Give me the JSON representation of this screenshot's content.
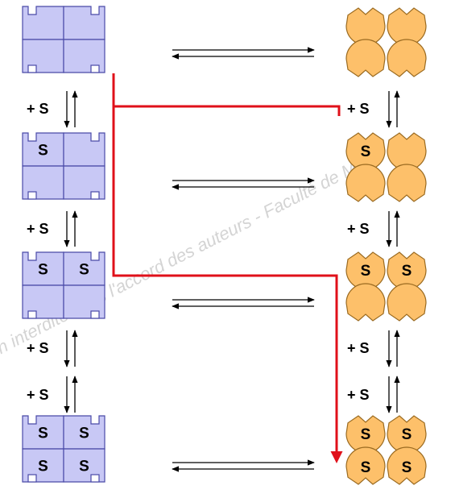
{
  "watermark": "on interdite sans l'accord des auteurs - Faculté de M",
  "substrate_step_label": "+ S",
  "substrate_symbol": "S",
  "colors": {
    "t_state_fill": "#c8c8f5",
    "t_state_stroke": "#4a4aa8",
    "r_state_fill": "#fdc06a",
    "r_state_stroke": "#9a6a20",
    "pathway": "#e0101a",
    "arrow": "#000000",
    "watermark": "#cfcfcf"
  },
  "states": [
    {
      "occupied": 0
    },
    {
      "occupied": 1
    },
    {
      "occupied": 2
    },
    {
      "occupied": 4
    }
  ],
  "step_labels_left": [
    "+ S",
    "+ S",
    "+ S",
    "+ S"
  ],
  "step_labels_right": [
    "+ S",
    "+ S",
    "+ S",
    "+ S"
  ]
}
